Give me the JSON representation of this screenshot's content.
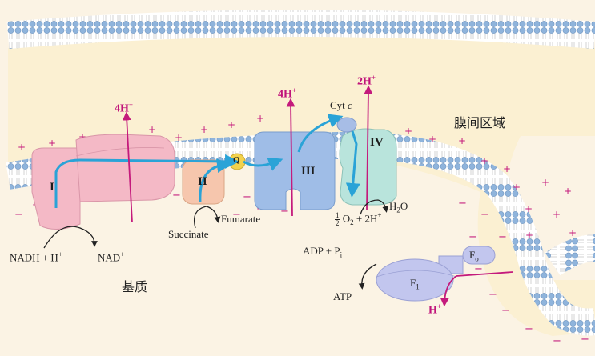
{
  "labels": {
    "intermembrane_space": "膜间区域",
    "matrix": "基质",
    "complex_i": "I",
    "complex_ii": "II",
    "complex_iii": "III",
    "complex_iv": "IV",
    "q": "Q",
    "cytc_a": "Cyt",
    "cytc_b": "c",
    "f0_a": "F",
    "f0_b": "o",
    "f1_a": "F",
    "f1_b": "1",
    "nadh_a": "NADH + H",
    "nadh_b": "+",
    "nad_a": "NAD",
    "nad_b": "+",
    "succinate": "Succinate",
    "fumarate": "Fumarate",
    "h2o_a": "H",
    "h2o_b": "2",
    "h2o_c": "O",
    "o2_num": "1",
    "o2_den": "2",
    "o2_a": "O",
    "o2_b": "2",
    "o2_c": " + 2H",
    "o2_d": "+",
    "adp_a": "ADP + P",
    "adp_b": "i",
    "atp": "ATP",
    "proton1_a": "4H",
    "proton1_b": "+",
    "proton2_a": "4H",
    "proton2_b": "+",
    "proton3_a": "2H",
    "proton3_b": "+",
    "proton4_a": "H",
    "proton4_b": "+"
  },
  "colors": {
    "complex_i": "#f4b9c6",
    "complex_ii": "#f6c6ad",
    "complex_iii": "#9fbde7",
    "complex_iv": "#b9e4dc",
    "atp_synthase": "#c2c6ee",
    "proton_arrow": "#c41a7c",
    "electron_arrow": "#2aa3d7",
    "membrane_head": "#8fb4dc",
    "space_fill": "#fbf0d2"
  }
}
